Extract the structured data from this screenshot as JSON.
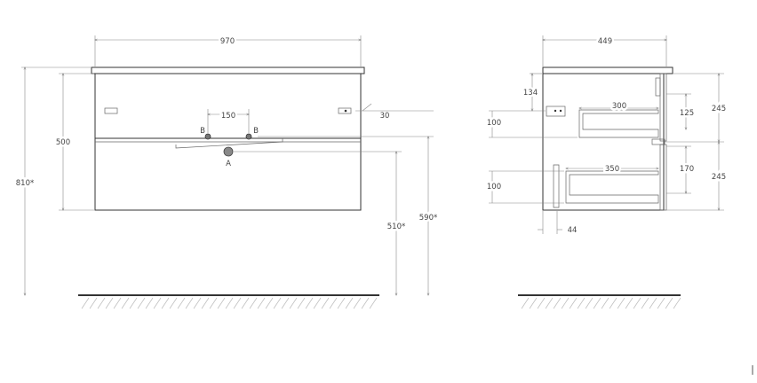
{
  "front_view": {
    "width_dim": "970",
    "height_dim": "500",
    "overall_height_dim": "810*",
    "tap_spacing_dim": "150",
    "offset_dim": "30",
    "drain_height_dim": "510*",
    "inlet_height_dim": "590*",
    "label_b_left": "B",
    "label_b_right": "B",
    "label_a": "A"
  },
  "side_view": {
    "depth_dim": "449",
    "top_offset_dim": "134",
    "drawer_top_offset_dim": "100",
    "drawer_bottom_offset_dim": "100",
    "upper_drawer_depth_dim": "300",
    "lower_drawer_depth_dim": "350",
    "upper_drawer_height_dim": "125",
    "lower_drawer_height_dim": "170",
    "upper_front_height_dim": "245",
    "lower_front_height_dim": "245",
    "handle_offset_dim": "44"
  },
  "page_marker": "|"
}
